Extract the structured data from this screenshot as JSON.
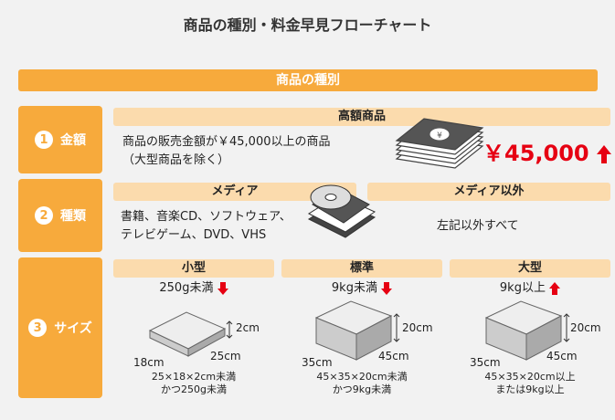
{
  "title": "商品の種別・料金早見フローチャート",
  "banner": "商品の種別",
  "rows": [
    {
      "num": "1",
      "label": "金額"
    },
    {
      "num": "2",
      "label": "種類"
    },
    {
      "num": "3",
      "label": "サイズ"
    }
  ],
  "amount": {
    "header": "高額商品",
    "desc_line1": "商品の販売金額が￥45,000以上の商品",
    "desc_line2": "（大型商品を除く）",
    "price": "￥45,000"
  },
  "type": {
    "media_header": "メディア",
    "media_line1": "書籍、音楽CD、ソフトウェア、",
    "media_line2": "テレビゲーム、DVD、VHS",
    "other_header": "メディア以外",
    "other_text": "左記以外すべて"
  },
  "sizes": [
    {
      "header": "小型",
      "limit": "250g未満",
      "height": "2cm",
      "depth": "18cm",
      "width": "25cm",
      "cond1": "25×18×2cm未満",
      "cond2": "かつ250g未満"
    },
    {
      "header": "標準",
      "limit": "9kg未満",
      "height": "20cm",
      "depth": "35cm",
      "width": "45cm",
      "cond1": "45×35×20cm未満",
      "cond2": "かつ9kg未満"
    },
    {
      "header": "大型",
      "limit": "9kg以上",
      "height": "20cm",
      "depth": "35cm",
      "width": "45cm",
      "cond1": "45×35×20cm以上",
      "cond2": "または9kg以上"
    }
  ],
  "colors": {
    "orange": "#f7aa3c",
    "peach": "#fbdbad",
    "red": "#e60012"
  }
}
